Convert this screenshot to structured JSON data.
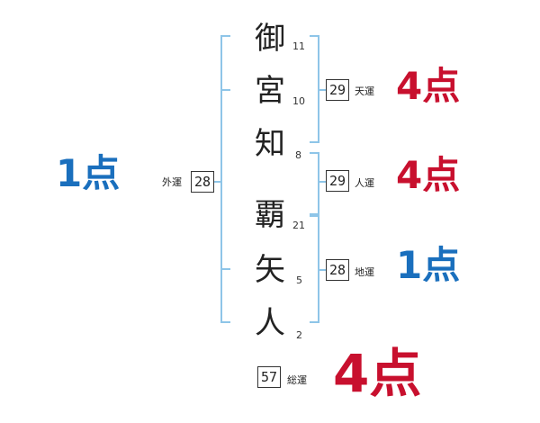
{
  "name_chars": [
    {
      "char": "御",
      "strokes": "11"
    },
    {
      "char": "宮",
      "strokes": "10"
    },
    {
      "char": "知",
      "strokes": "8"
    },
    {
      "char": "覇",
      "strokes": "21"
    },
    {
      "char": "矢",
      "strokes": "5"
    },
    {
      "char": "人",
      "strokes": "2"
    }
  ],
  "fortunes": {
    "gaiun": {
      "label": "外運",
      "value": "28",
      "score": "1",
      "unit": "点",
      "color": "#1a6fbd"
    },
    "tenun": {
      "label": "天運",
      "value": "29",
      "score": "4",
      "unit": "点",
      "color": "#c8102e"
    },
    "jinun": {
      "label": "人運",
      "value": "29",
      "score": "4",
      "unit": "点",
      "color": "#c8102e"
    },
    "chiun": {
      "label": "地運",
      "value": "28",
      "score": "1",
      "unit": "点",
      "color": "#1a6fbd"
    },
    "souun": {
      "label": "総運",
      "value": "57",
      "score": "4",
      "unit": "点",
      "color": "#c8102e"
    }
  },
  "colors": {
    "bracket": "#8ec5e8",
    "red": "#c8102e",
    "blue": "#1a6fbd"
  }
}
